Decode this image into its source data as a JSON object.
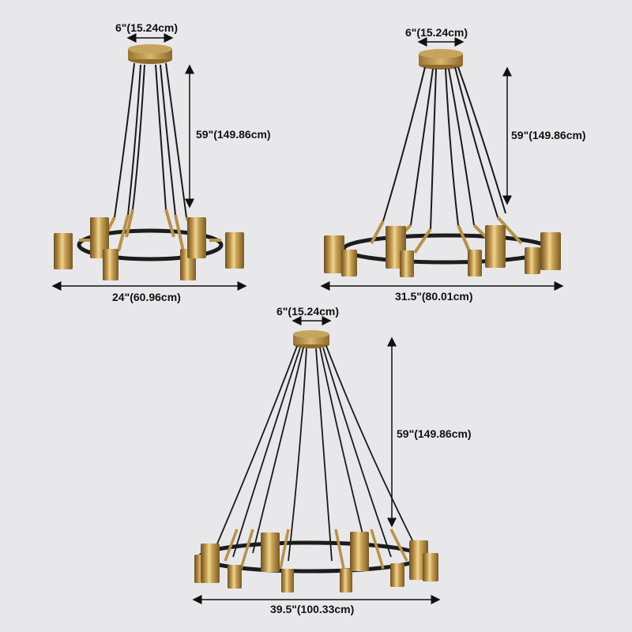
{
  "colors": {
    "background": "#e8e8ea",
    "brass": "#b8914a",
    "brass_light": "#e0c27a",
    "brass_dark": "#7a5a22",
    "ring": "#1c1c1c",
    "cord": "#1a1a1a",
    "dimension_line": "#111111"
  },
  "products": [
    {
      "name": "small-chandelier",
      "lights": 6,
      "canopy_label": "6\"(15.24cm)",
      "height_label": "59\"(149.86cm)",
      "width_label": "24\"(60.96cm)"
    },
    {
      "name": "medium-chandelier",
      "lights": 8,
      "canopy_label": "6\"(15.24cm)",
      "height_label": "59\"(149.86cm)",
      "width_label": "31.5\"(80.01cm)"
    },
    {
      "name": "large-chandelier",
      "lights": 12,
      "canopy_label": "6\"(15.24cm)",
      "height_label": "59\"(149.86cm)",
      "width_label": "39.5\"(100.33cm)"
    }
  ]
}
